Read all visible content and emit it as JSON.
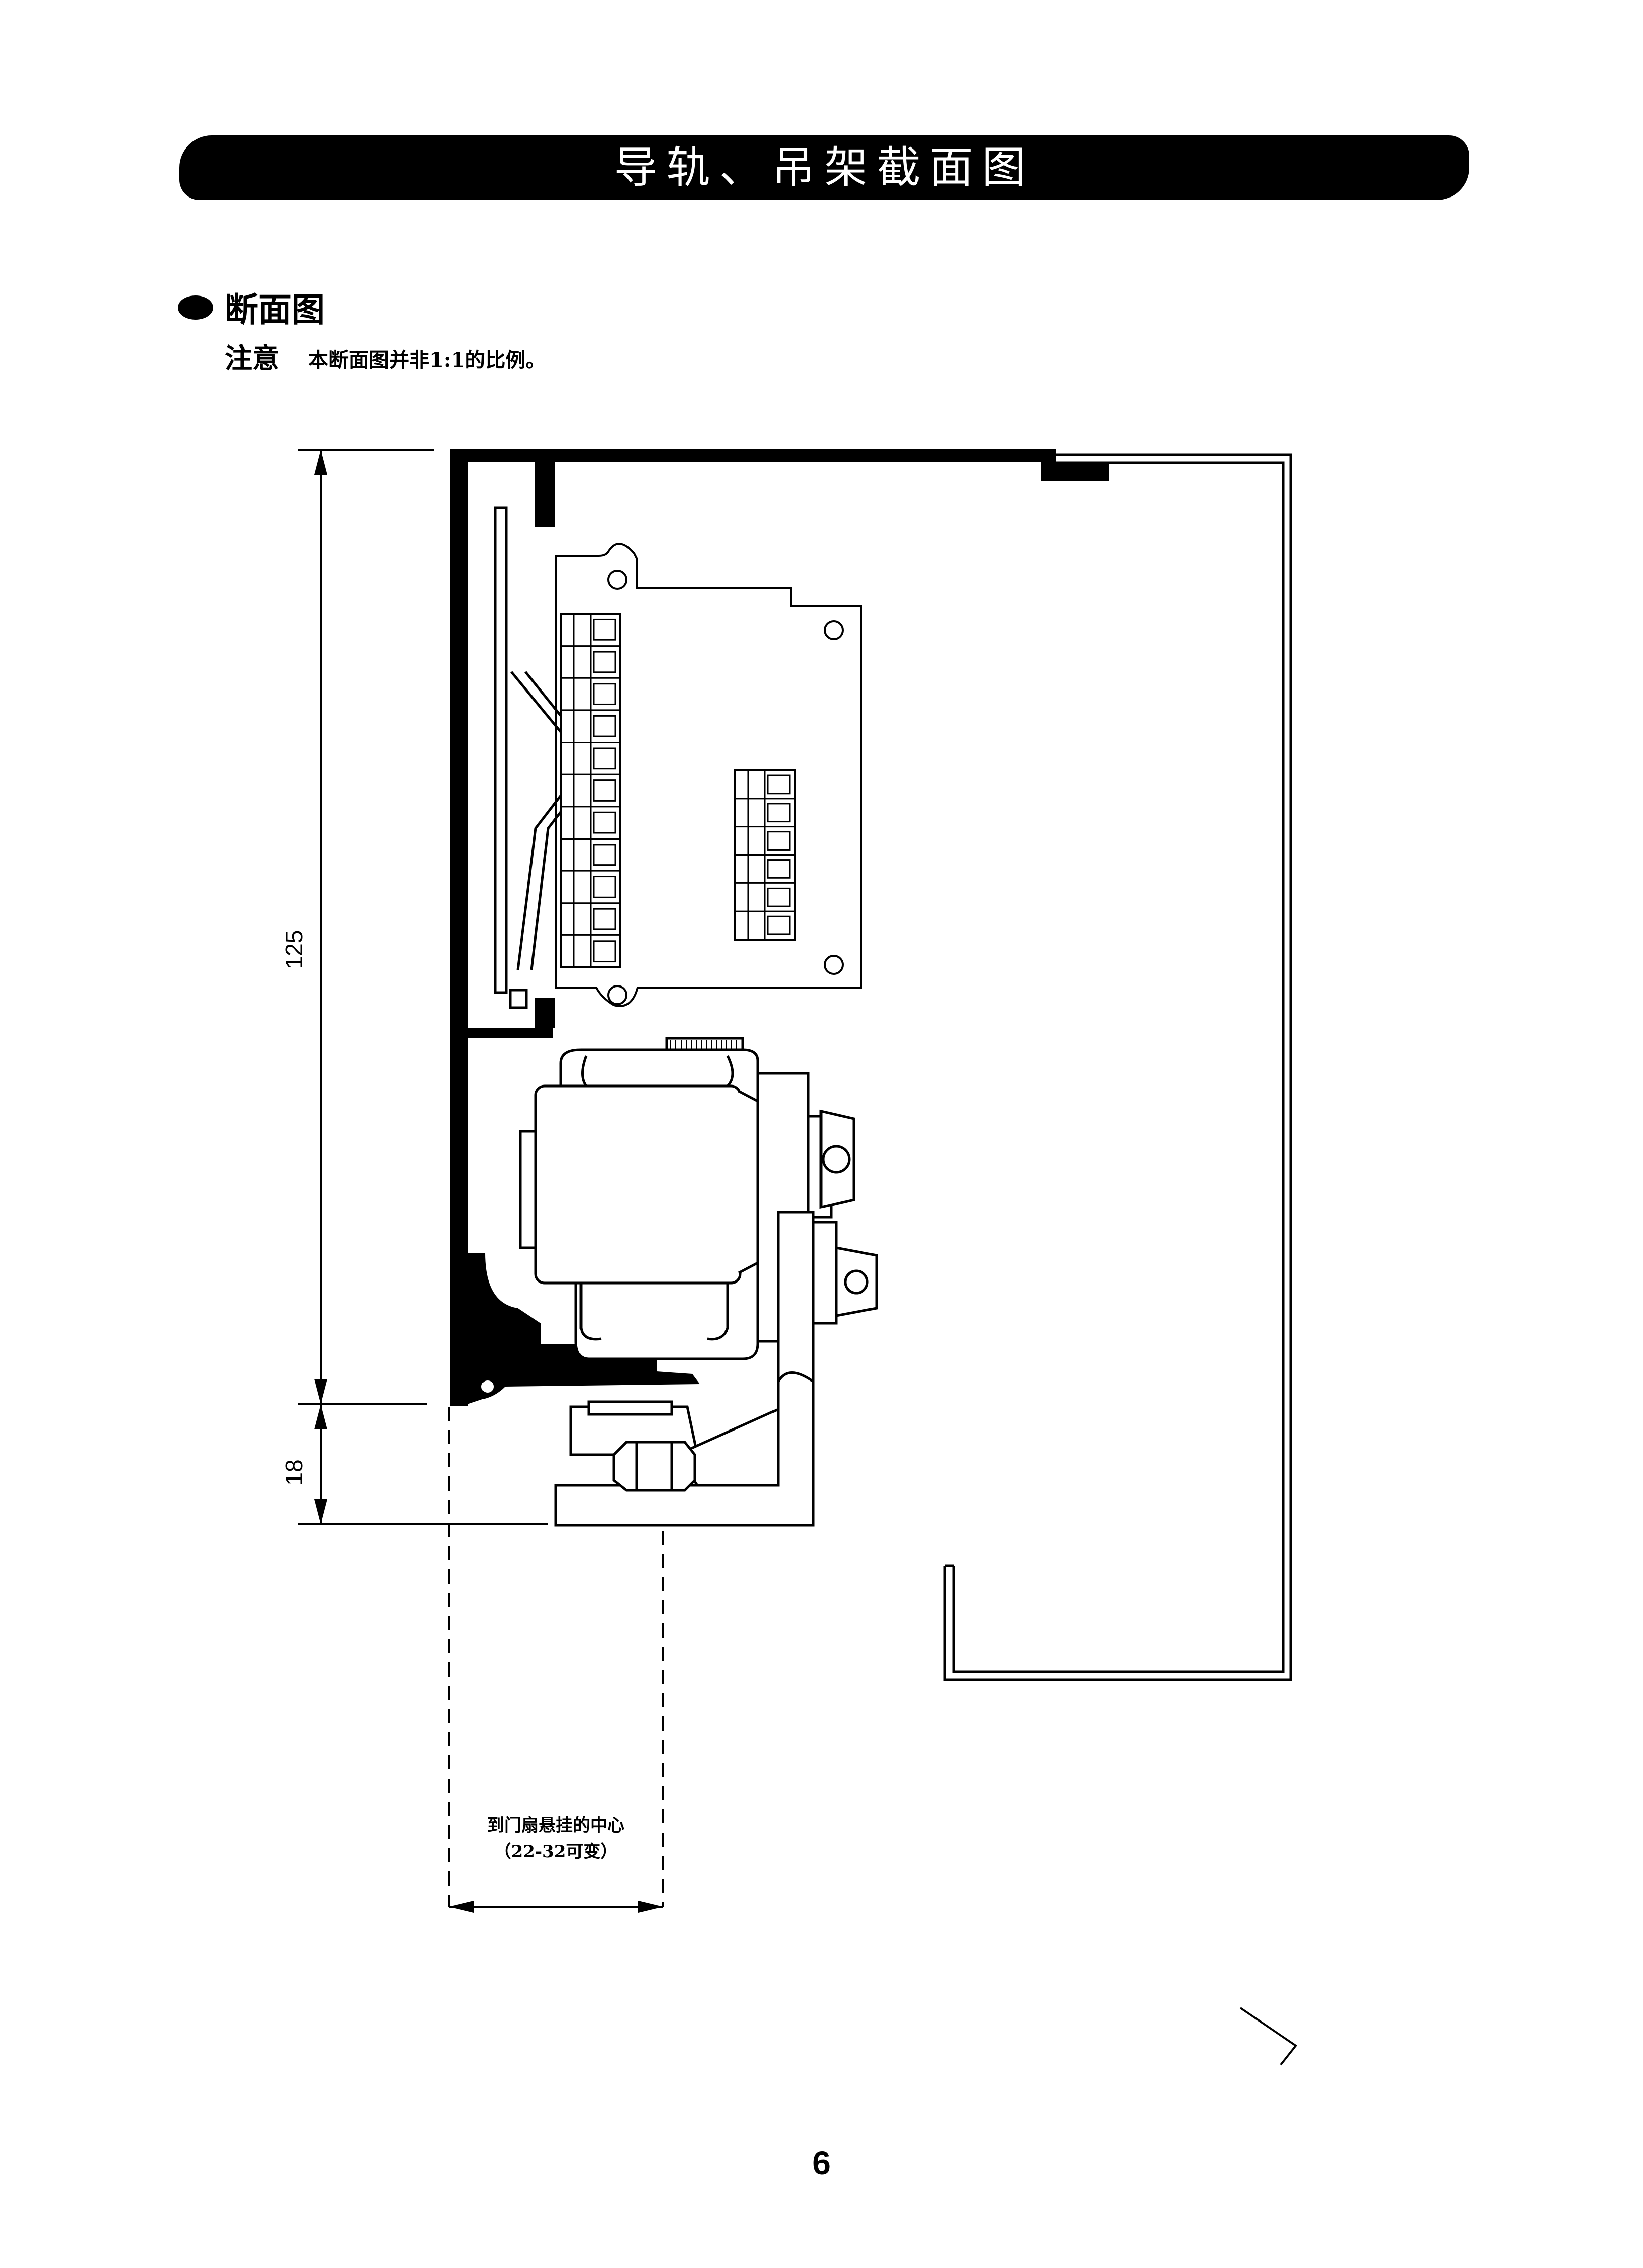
{
  "header": {
    "title": "导轨、吊架截面图"
  },
  "section": {
    "title": "断面图"
  },
  "note": {
    "label": "注意",
    "text": "本断面图并非1:1的比例。"
  },
  "dimensions": {
    "overall_height": "125",
    "lower_height": "18"
  },
  "callout": {
    "line1": "到门扇悬挂的中心",
    "line2": "（22-32可变）"
  },
  "page": {
    "number": "6"
  },
  "colors": {
    "ink": "#000000",
    "paper": "#ffffff"
  }
}
